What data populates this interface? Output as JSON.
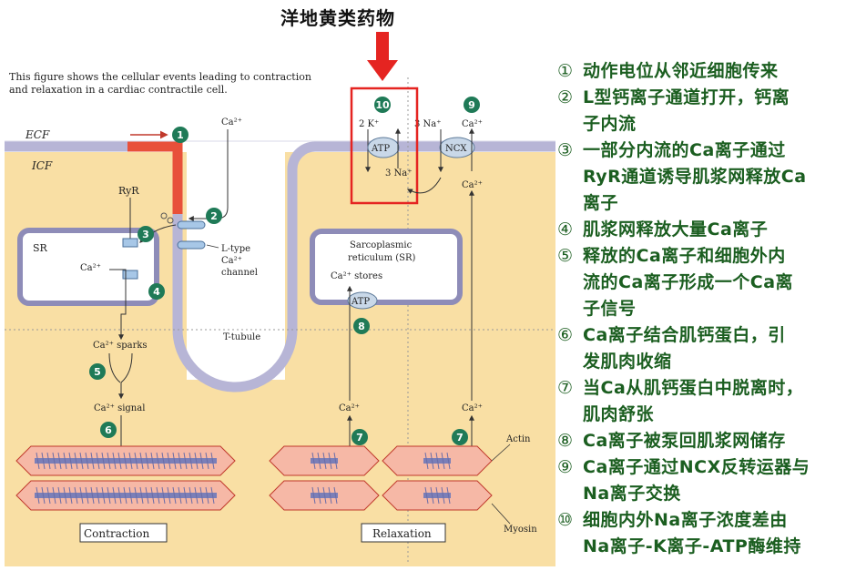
{
  "header": {
    "title": "洋地黄类药物"
  },
  "figure": {
    "caption": "This figure shows the cellular events leading to contraction and relaxation in a cardiac contractile cell.",
    "caption_line1": "This figure shows the cellular events leading to contraction",
    "caption_line2": "and relaxation in a cardiac contractile cell.",
    "labels": {
      "ecf": "ECF",
      "icf": "ICF",
      "ca": "Ca²⁺",
      "ryr": "RyR",
      "sr": "SR",
      "ltype1": "L-type",
      "ltype2": "Ca²⁺",
      "ltype3": "channel",
      "ttubule": "T-tubule",
      "sparks": "Ca²⁺ sparks",
      "signal": "Ca²⁺ signal",
      "sr_full1": "Sarcoplasmic",
      "sr_full2": "reticulum (SR)",
      "ca_stores": "Ca²⁺ stores",
      "atp": "ATP",
      "ncx": "NCX",
      "k2": "2 K⁺",
      "na3": "3 Na⁺",
      "actin": "Actin",
      "myosin": "Myosin",
      "contraction": "Contraction",
      "relaxation": "Relaxation"
    },
    "markers": [
      "1",
      "2",
      "3",
      "4",
      "5",
      "6",
      "7",
      "8",
      "9",
      "10"
    ]
  },
  "steps": [
    {
      "num": "①",
      "text": "动作电位从邻近细胞传来"
    },
    {
      "num": "②",
      "text": "L型钙离子通道打开，钙离"
    },
    {
      "num": "",
      "text": "子内流"
    },
    {
      "num": "③",
      "text": "一部分内流的Ca离子通过"
    },
    {
      "num": "",
      "text": "RyR通道诱导肌浆网释放Ca"
    },
    {
      "num": "",
      "text": "离子"
    },
    {
      "num": "④",
      "text": "肌浆网释放大量Ca离子"
    },
    {
      "num": "⑤",
      "text": "释放的Ca离子和细胞外内"
    },
    {
      "num": "",
      "text": "流的Ca离子形成一个Ca离"
    },
    {
      "num": "",
      "text": "子信号"
    },
    {
      "num": "⑥",
      "text": "Ca离子结合肌钙蛋白，引"
    },
    {
      "num": "",
      "text": "发肌肉收缩"
    },
    {
      "num": "⑦",
      "text": "当Ca从肌钙蛋白中脱离时，"
    },
    {
      "num": "",
      "text": "肌肉舒张"
    },
    {
      "num": "⑧",
      "text": "Ca离子被泵回肌浆网储存"
    },
    {
      "num": "⑨",
      "text": "Ca离子通过NCX反转运器与"
    },
    {
      "num": "",
      "text": "Na离子交换"
    },
    {
      "num": "⑩",
      "text": "细胞内外Na离子浓度差由"
    },
    {
      "num": "",
      "text": "Na离子-K离子-ATP酶维持"
    }
  ],
  "colors": {
    "cytoplasm": "#f9dfa4",
    "membrane": "#b7b5d6",
    "membrane_red": "#e8503a",
    "marker_green": "#1f7a57",
    "highlight_red": "#e52421",
    "text_green": "#1b5e20"
  }
}
